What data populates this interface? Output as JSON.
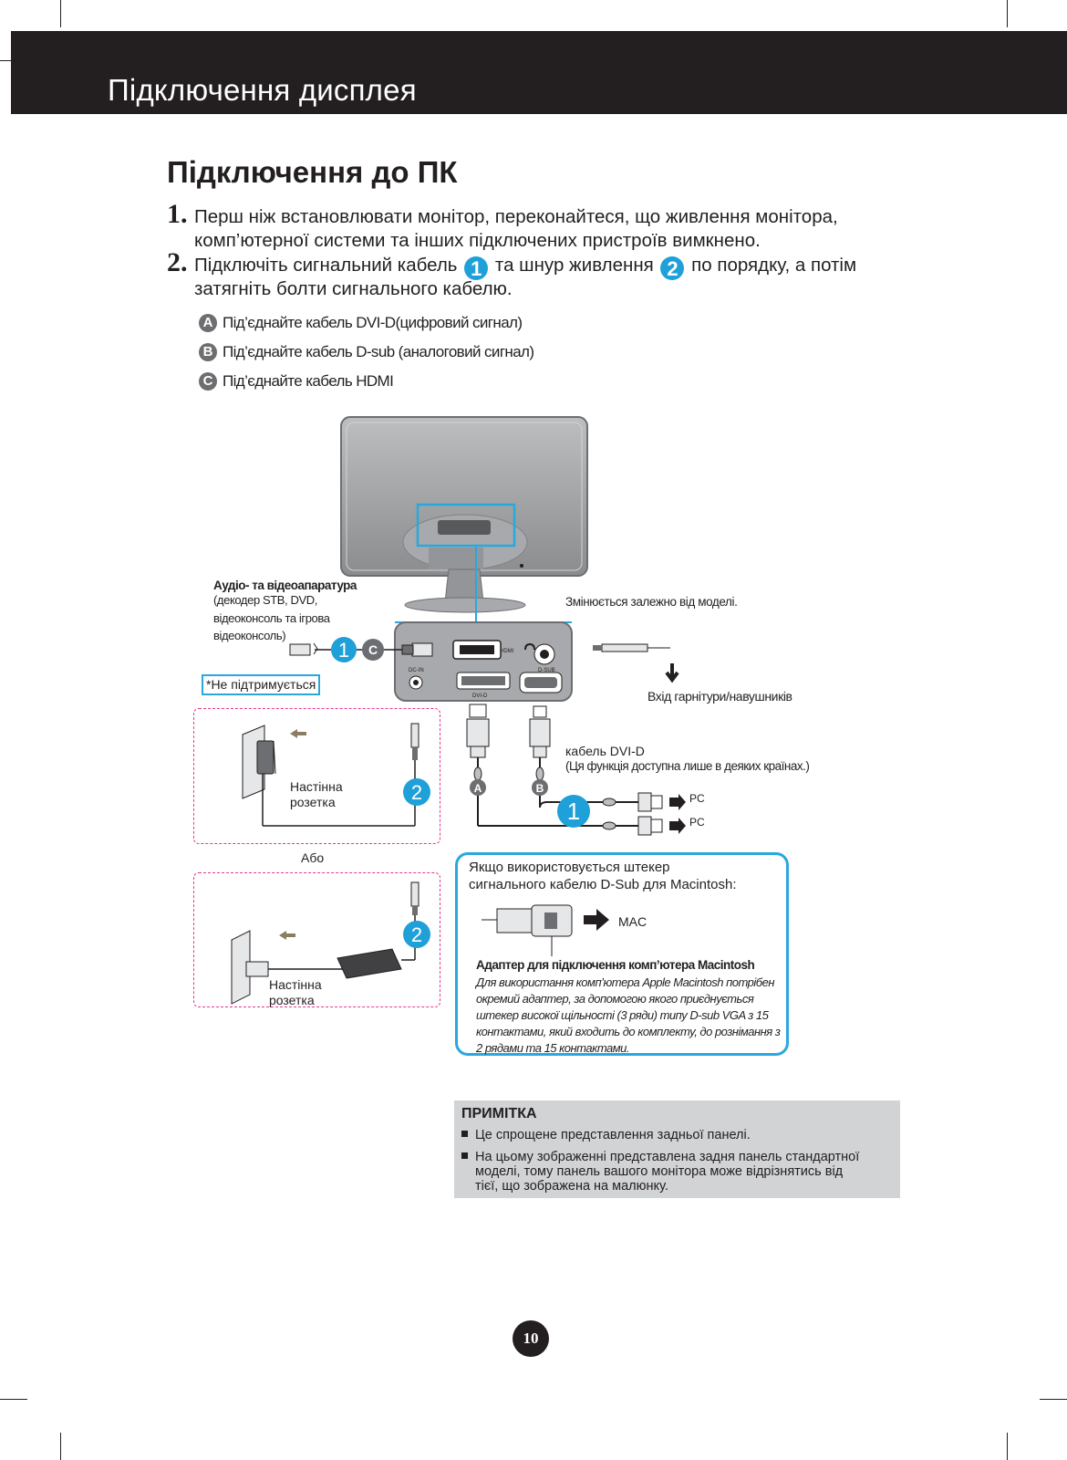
{
  "header": {
    "title": "Підключення дисплея"
  },
  "section": {
    "title": "Підключення до ПК"
  },
  "steps": [
    {
      "num": "1.",
      "line1": "Перш ніж встановлювати монітор, переконайтеся, що живлення монітора,",
      "line2": "комп’ютерної системи та інших підключених пристроїв вимкнено."
    },
    {
      "num": "2.",
      "line1_a": "Підключіть сигнальний кабель",
      "badge_1": "1",
      "line1_b": "та шнур живлення",
      "badge_2": "2",
      "line1_c": "по порядку, а потім",
      "line2": "затягніть болти сигнального кабелю."
    }
  ],
  "options": [
    {
      "badge": "A",
      "text": "Під’єднайте кабель DVI-D(цифровий сигнал)"
    },
    {
      "badge": "B",
      "text": "Під’єднайте кабель D-sub (аналоговий сигнал)"
    },
    {
      "badge": "C",
      "text": "Під’єднайте кабель HDMI"
    }
  ],
  "diagram": {
    "av_title": "Аудіо- та відеоапаратура",
    "av_sub_1": "(декодер STB, DVD,",
    "av_sub_2": "відеоконсоль та ігрова",
    "av_sub_3": "відеоконсоль)",
    "varies": "Змінюється залежно від моделі.",
    "not_supported": "*Не підтримується",
    "headphone_input": "Вхід гарнітури/навушників",
    "dvi_cable": "кабель DVI-D",
    "dvi_note": "(Ця функція доступна лише в деяких країнах.)",
    "wall_outlet_1": "Настінна",
    "wall_outlet_2": "розетка",
    "or": "Або",
    "pc_1": "PC",
    "pc_2": "PC",
    "port_hdmi": "HDMI",
    "port_dcin": "DC-IN",
    "port_dsub": "D-SUB",
    "port_dvid": "DVI-D",
    "badge_1": "1",
    "badge_2": "2",
    "badge_a": "A",
    "badge_b": "B",
    "badge_c": "C"
  },
  "mac": {
    "line1": "Якщо використовується штекер",
    "line2": "сигнального кабелю D-Sub для Macintosh:",
    "mac_label": "MAC",
    "adapter_title": "Адаптер для підключення комп’ютера Macintosh",
    "desc_1": "Для використання комп’ютера Apple Macintosh потрібен",
    "desc_2": "окремий адаптер, за допомогою якого приєднується",
    "desc_3": "штекер високої щільності (3 ряди) типу D-sub VGA з 15",
    "desc_4": "контактами, який входить до комплекту, до рознімання з",
    "desc_5": "2 рядами та 15 контактами."
  },
  "note": {
    "title": "ПРИМІТКА",
    "items": [
      "Це спрощене представлення задньої панелі.",
      "На цьому зображенні представлена задня панель стандартної",
      "моделі, тому панель вашого монітора може відрізнятись від",
      "тієї, що зображена на малюнку."
    ]
  },
  "page_number": "10",
  "colors": {
    "accent_blue": "#1fa0d8",
    "header_bg": "#231f20",
    "dashed_pink": "#e8378f",
    "note_bg": "#d1d3d4"
  }
}
